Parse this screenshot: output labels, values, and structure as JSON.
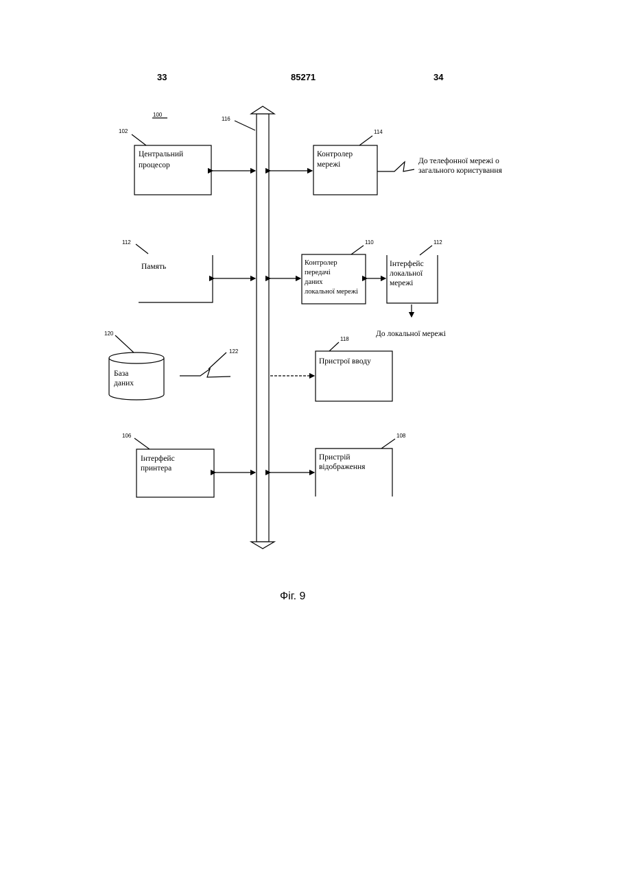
{
  "header": {
    "left_page": "33",
    "patent_number": "85271",
    "right_page": "34"
  },
  "figure": {
    "caption": "Фіг. 9",
    "system_ref": "100",
    "bus_ref": "116",
    "blocks": {
      "cpu": {
        "ref": "102",
        "line1": "Центральний",
        "line2": "процесор"
      },
      "network_controller": {
        "ref": "114",
        "line1": "Контролер",
        "line2": "мережі"
      },
      "memory": {
        "ref": "112",
        "line1": "Память"
      },
      "lan_data_controller": {
        "ref": "110",
        "line1": "Контролер",
        "line2": "передачі",
        "line3": "даних",
        "line4": "локальної мережі"
      },
      "lan_interface": {
        "ref": "112",
        "line1": "Інтерфейс",
        "line2": "локальної",
        "line3": "мережі"
      },
      "database": {
        "ref": "120",
        "line1": "База",
        "line2": "даних"
      },
      "wireless_link": {
        "ref": "122"
      },
      "input_devices": {
        "ref": "118",
        "line1": "Пристрої вводу"
      },
      "printer_interface": {
        "ref": "106",
        "line1": "Інтерфейс",
        "line2": "принтера"
      },
      "display_device": {
        "ref": "108",
        "line1": "Пристрій",
        "line2": "відображення"
      }
    },
    "external": {
      "phone_network_line1": "До телефонної мережі о",
      "phone_network_line2": "загального користування",
      "lan_network": "До локальної мережі"
    }
  }
}
